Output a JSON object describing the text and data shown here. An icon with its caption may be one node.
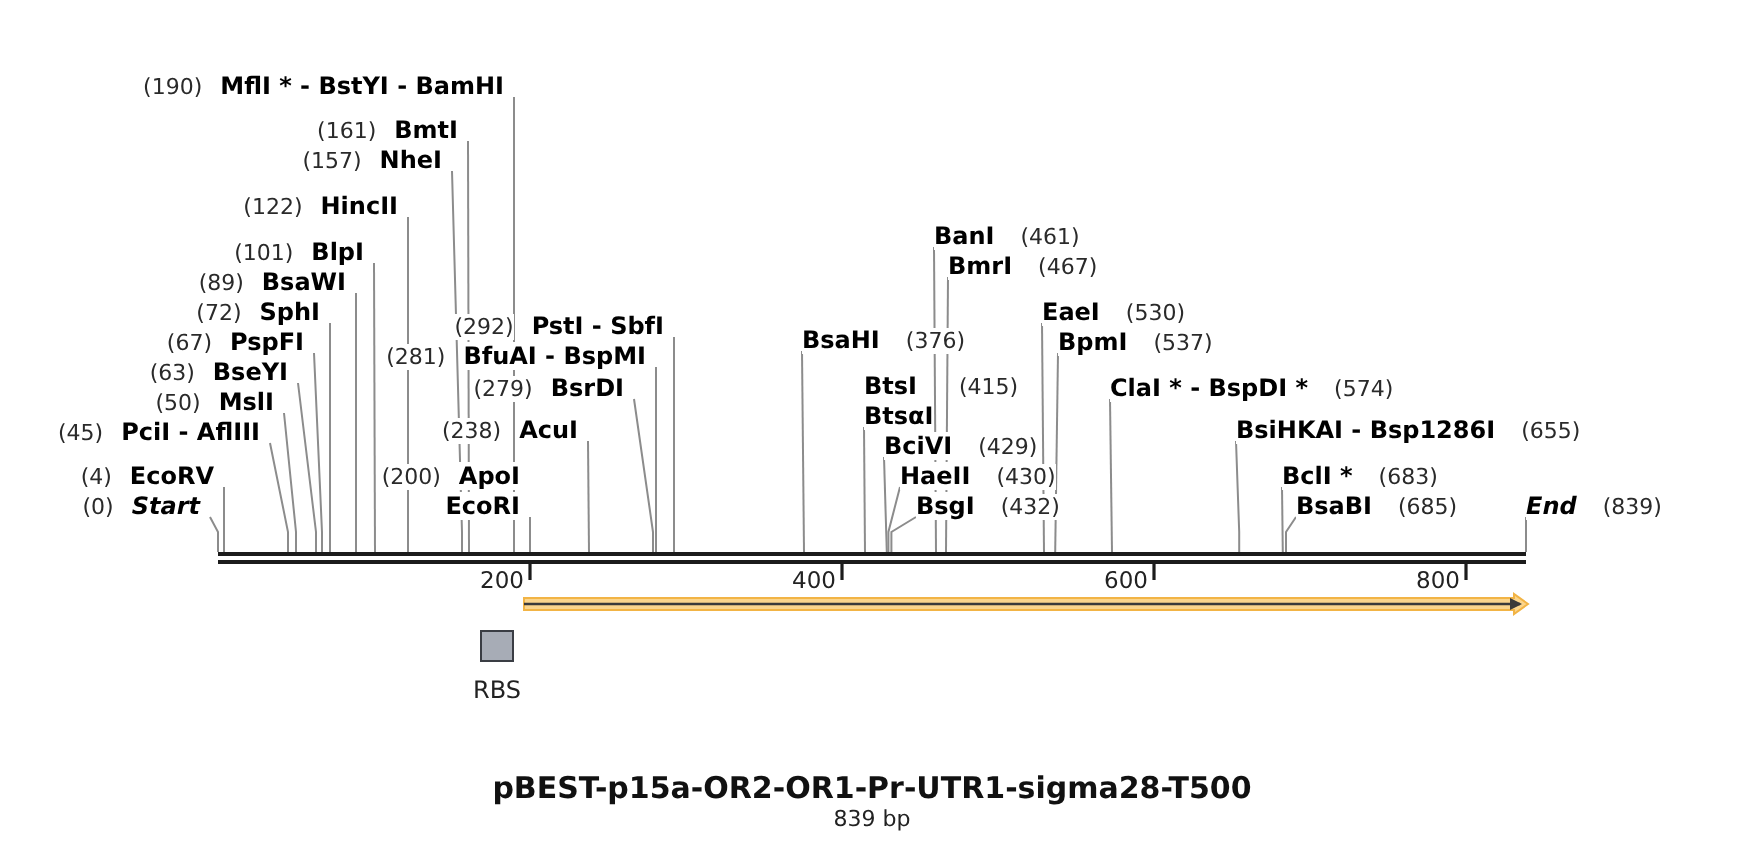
{
  "diagram": {
    "title": "pBEST-p15a-OR2-OR1-Pr-UTR1-sigma28-T500",
    "caption": "839 bp",
    "nodes": [
      {
        "text": [
          "(0)",
          "Start"
        ]
      },
      {
        "text": [
          "(4)",
          "EcoRV"
        ]
      },
      {
        "text": [
          "(45)",
          "PciI - AflIII"
        ]
      },
      {
        "text": [
          "(50)",
          "MslI"
        ]
      },
      {
        "text": [
          "(63)",
          "BseYI"
        ]
      },
      {
        "text": [
          "(67)",
          "PspFI"
        ]
      },
      {
        "text": [
          "(72)",
          "SphI"
        ]
      },
      {
        "text": [
          "(89)",
          "BsaWI"
        ]
      },
      {
        "text": [
          "(101)",
          "BlpI"
        ]
      },
      {
        "text": [
          "(122)",
          "HincII"
        ]
      },
      {
        "text": [
          "(157)",
          "NheI"
        ]
      },
      {
        "text": [
          "(161)",
          "BmtI"
        ]
      },
      {
        "text": [
          "(190)",
          "MflI * - BstYI - BamHI"
        ]
      },
      {
        "text": [
          "(200)",
          "ApoI",
          "EcoRI"
        ]
      },
      {
        "text": [
          "(238)",
          "AcuI"
        ]
      },
      {
        "text": [
          "(279)",
          "BsrDI"
        ]
      },
      {
        "text": [
          "(281)",
          "BfuAI - BspMI"
        ]
      },
      {
        "text": [
          "(292)",
          "PstI - SbfI"
        ]
      },
      {
        "text": [
          "BsaHI",
          "(376)"
        ]
      },
      {
        "text": [
          "BtsI",
          "(415)",
          "BtsαI"
        ]
      },
      {
        "text": [
          "BciVI",
          "(429)"
        ]
      },
      {
        "text": [
          "HaeII",
          "(430)"
        ]
      },
      {
        "text": [
          "BsgI",
          "(432)"
        ]
      },
      {
        "text": [
          "BanI",
          "(461)"
        ]
      },
      {
        "text": [
          "BmrI",
          "(467)"
        ]
      },
      {
        "text": [
          "EaeI",
          "(530)"
        ]
      },
      {
        "text": [
          "BpmI",
          "(537)"
        ]
      },
      {
        "text": [
          "ClaI * - BspDI *",
          "(574)"
        ]
      },
      {
        "text": [
          "BsiHKAI - Bsp1286I",
          "(655)"
        ]
      },
      {
        "text": [
          "BclI *",
          "(683)"
        ]
      },
      {
        "text": [
          "BsaBI",
          "(685)"
        ]
      },
      {
        "text": [
          "End",
          "(839)"
        ]
      },
      {
        "text": [],
        "shape": "bar"
      },
      {
        "text": [],
        "shape": "box",
        "beside": [
          "RBS"
        ]
      },
      {
        "text": [],
        "shape": "arrow"
      }
    ],
    "edges": [
      {
        "from": 0,
        "to": 32,
        "arrow": "none"
      },
      {
        "from": 1,
        "to": 32,
        "arrow": "none"
      },
      {
        "from": 2,
        "to": 32,
        "arrow": "none"
      },
      {
        "from": 3,
        "to": 32,
        "arrow": "none"
      },
      {
        "from": 4,
        "to": 32,
        "arrow": "none"
      },
      {
        "from": 5,
        "to": 32,
        "arrow": "none"
      },
      {
        "from": 6,
        "to": 32,
        "arrow": "none"
      },
      {
        "from": 7,
        "to": 32,
        "arrow": "none"
      },
      {
        "from": 8,
        "to": 32,
        "arrow": "none"
      },
      {
        "from": 9,
        "to": 32,
        "arrow": "none"
      },
      {
        "from": 10,
        "to": 32,
        "arrow": "none"
      },
      {
        "from": 11,
        "to": 32,
        "arrow": "none"
      },
      {
        "from": 12,
        "to": 32,
        "arrow": "none"
      },
      {
        "from": 13,
        "to": 32,
        "arrow": "none"
      },
      {
        "from": 14,
        "to": 32,
        "arrow": "none"
      },
      {
        "from": 15,
        "to": 32,
        "arrow": "none"
      },
      {
        "from": 16,
        "to": 32,
        "arrow": "none"
      },
      {
        "from": 17,
        "to": 32,
        "arrow": "none"
      },
      {
        "from": 18,
        "to": 32,
        "arrow": "none"
      },
      {
        "from": 19,
        "to": 32,
        "arrow": "none"
      },
      {
        "from": 20,
        "to": 32,
        "arrow": "none"
      },
      {
        "from": 21,
        "to": 32,
        "arrow": "none"
      },
      {
        "from": 22,
        "to": 32,
        "arrow": "none"
      },
      {
        "from": 23,
        "to": 32,
        "arrow": "none"
      },
      {
        "from": 24,
        "to": 32,
        "arrow": "none"
      },
      {
        "from": 25,
        "to": 32,
        "arrow": "none"
      },
      {
        "from": 26,
        "to": 32,
        "arrow": "none"
      },
      {
        "from": 27,
        "to": 32,
        "arrow": "none"
      },
      {
        "from": 28,
        "to": 32,
        "arrow": "none"
      },
      {
        "from": 29,
        "to": 32,
        "arrow": "none"
      },
      {
        "from": 30,
        "to": 32,
        "arrow": "none"
      },
      {
        "from": 31,
        "to": 32,
        "arrow": "none"
      }
    ],
    "labels": [
      "200",
      "400",
      "600",
      "800"
    ]
  }
}
